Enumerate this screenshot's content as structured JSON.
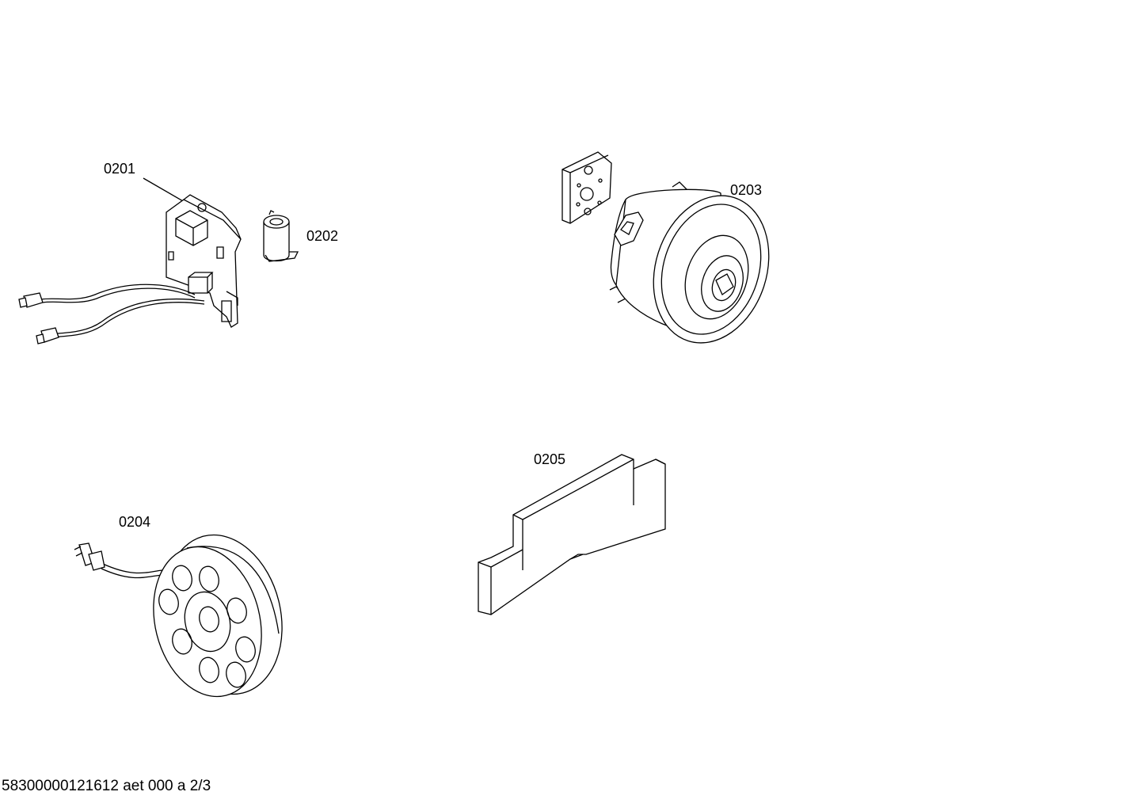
{
  "parts": [
    {
      "id": "0201",
      "label": "0201"
    },
    {
      "id": "0202",
      "label": "0202"
    },
    {
      "id": "0203",
      "label": "0203"
    },
    {
      "id": "0204",
      "label": "0204"
    },
    {
      "id": "0205",
      "label": "0205"
    }
  ],
  "footer": {
    "text": "58300000121612 aet 000 a 2/3"
  }
}
